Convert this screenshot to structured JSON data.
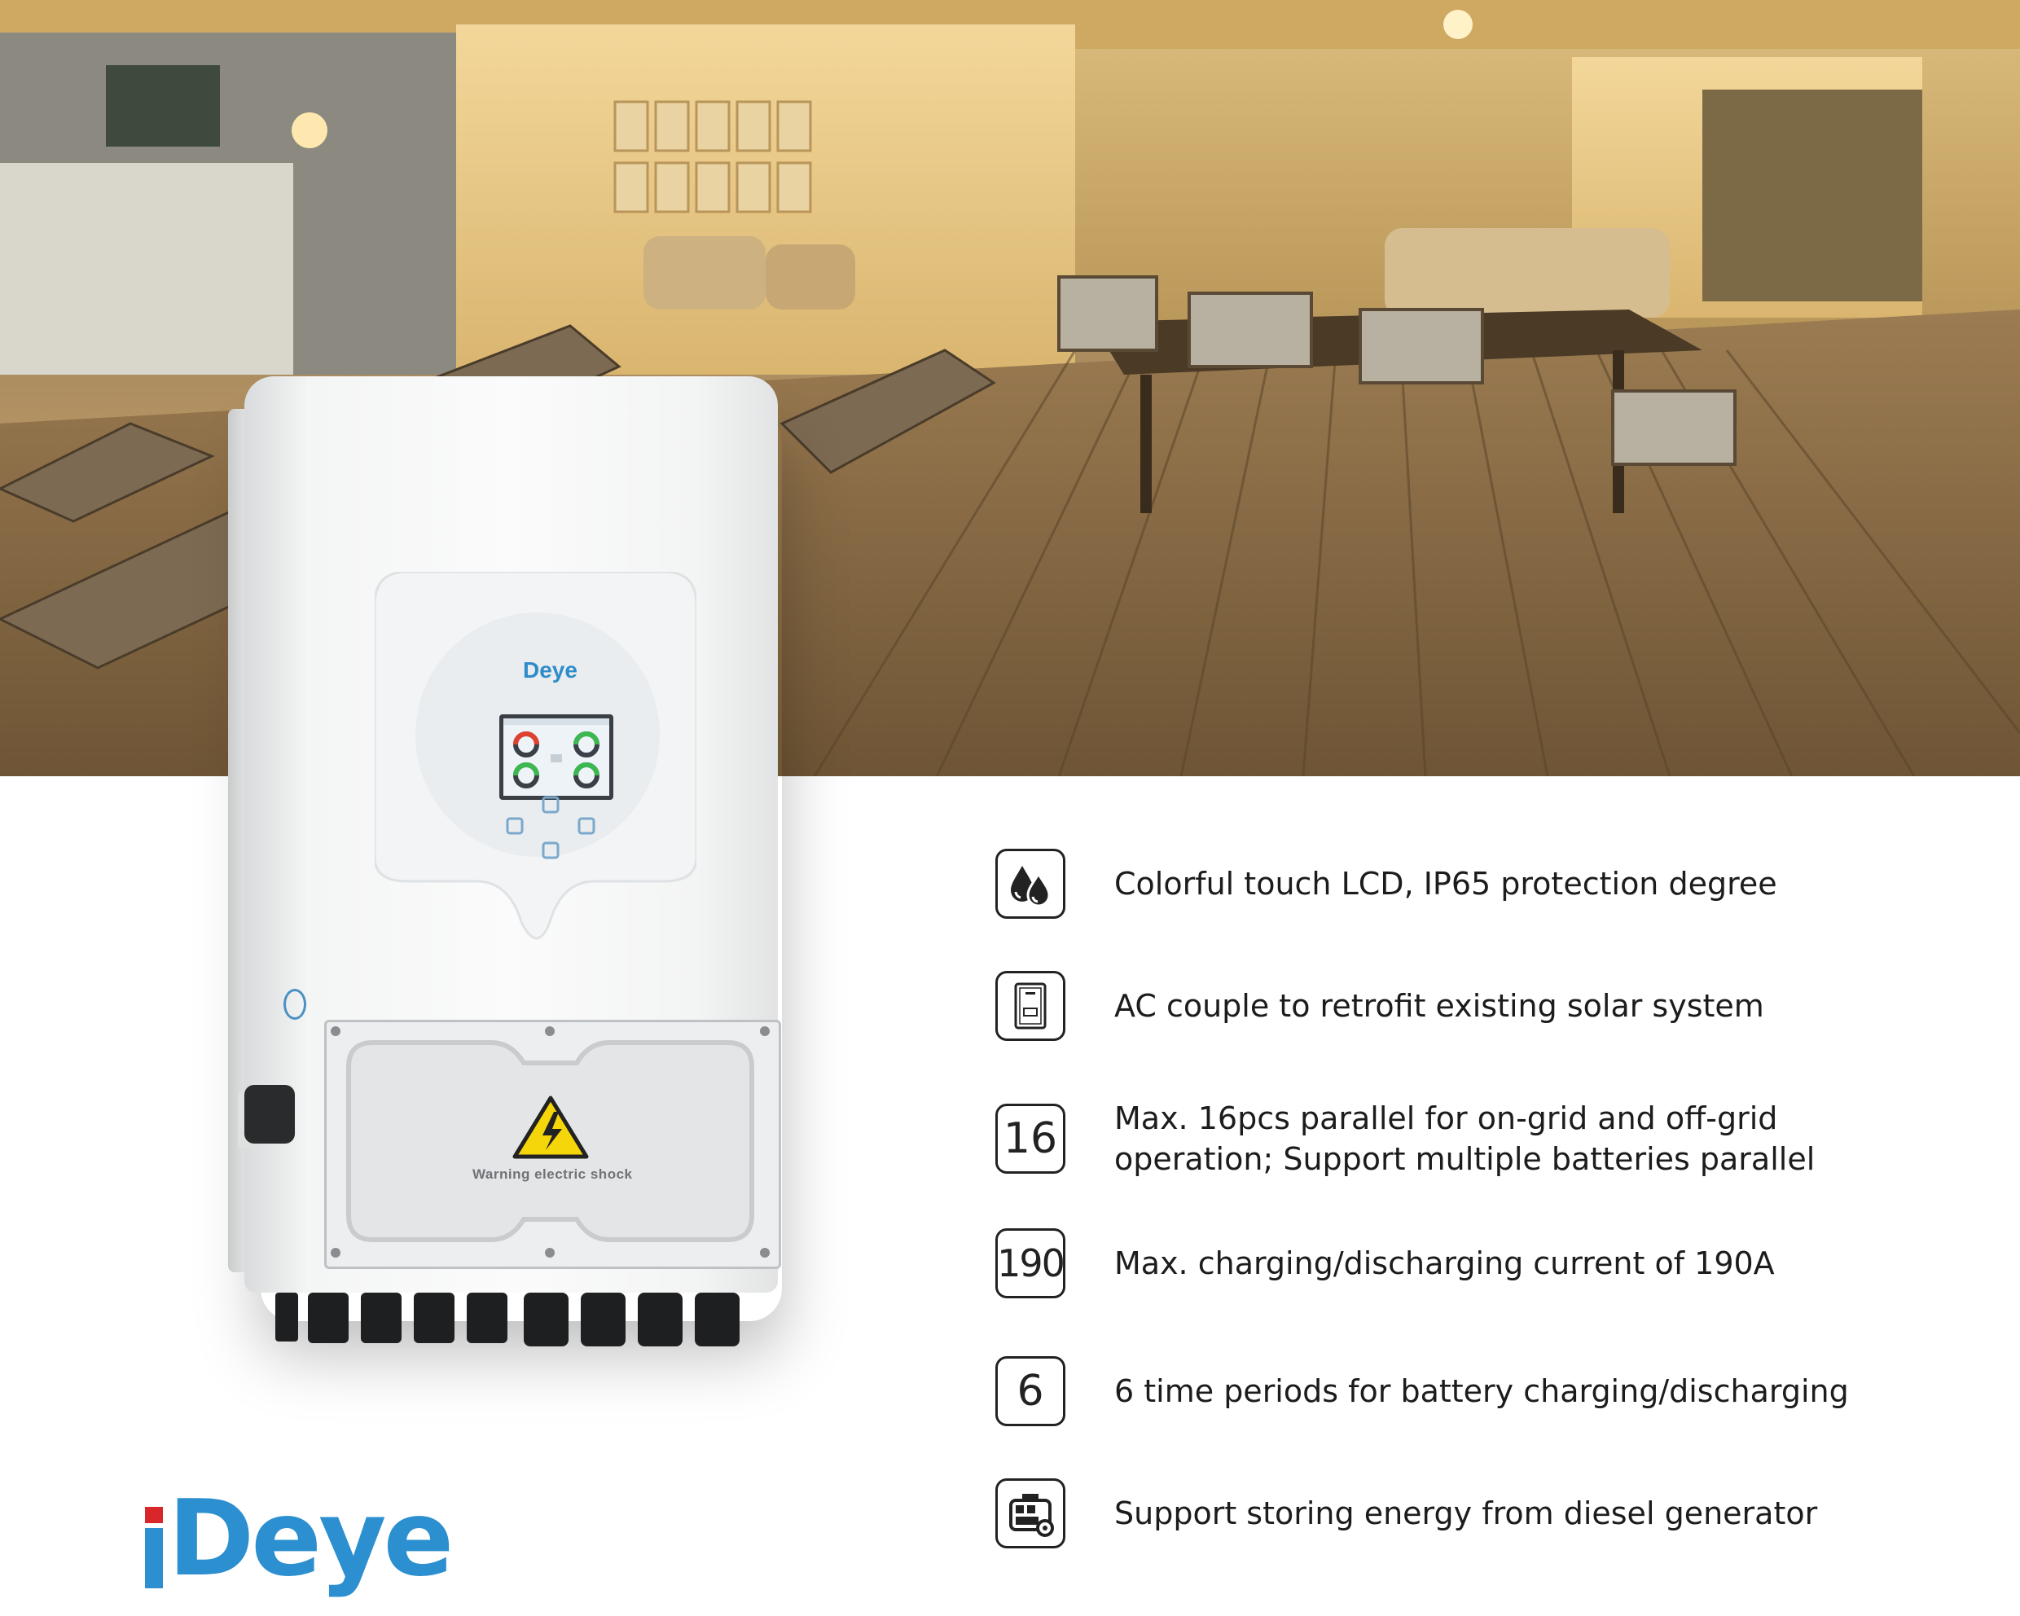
{
  "product": {
    "lcd_brand": "Deye",
    "warning_label": "Warning electric shock"
  },
  "logo": {
    "text": "Deye"
  },
  "colors": {
    "brand_blue": "#2c8fcf",
    "brand_red": "#d8262b",
    "warning_yellow": "#f5d60a"
  },
  "features": [
    {
      "icon": "water-drops-icon",
      "lines": [
        "Colorful touch LCD, IP65 protection degree"
      ]
    },
    {
      "icon": "ac-couple-device-icon",
      "lines": [
        "AC couple to retrofit existing solar system"
      ]
    },
    {
      "badge": "16",
      "lines": [
        "Max. 16pcs parallel for on-grid and off-grid",
        "operation; Support multiple batteries parallel"
      ]
    },
    {
      "badge": "190",
      "lines": [
        "Max. charging/discharging current of 190A"
      ]
    },
    {
      "badge": "6",
      "lines": [
        "6 time periods for battery charging/discharging"
      ]
    },
    {
      "icon": "diesel-generator-icon",
      "lines": [
        "Support storing energy from diesel generator"
      ]
    }
  ]
}
